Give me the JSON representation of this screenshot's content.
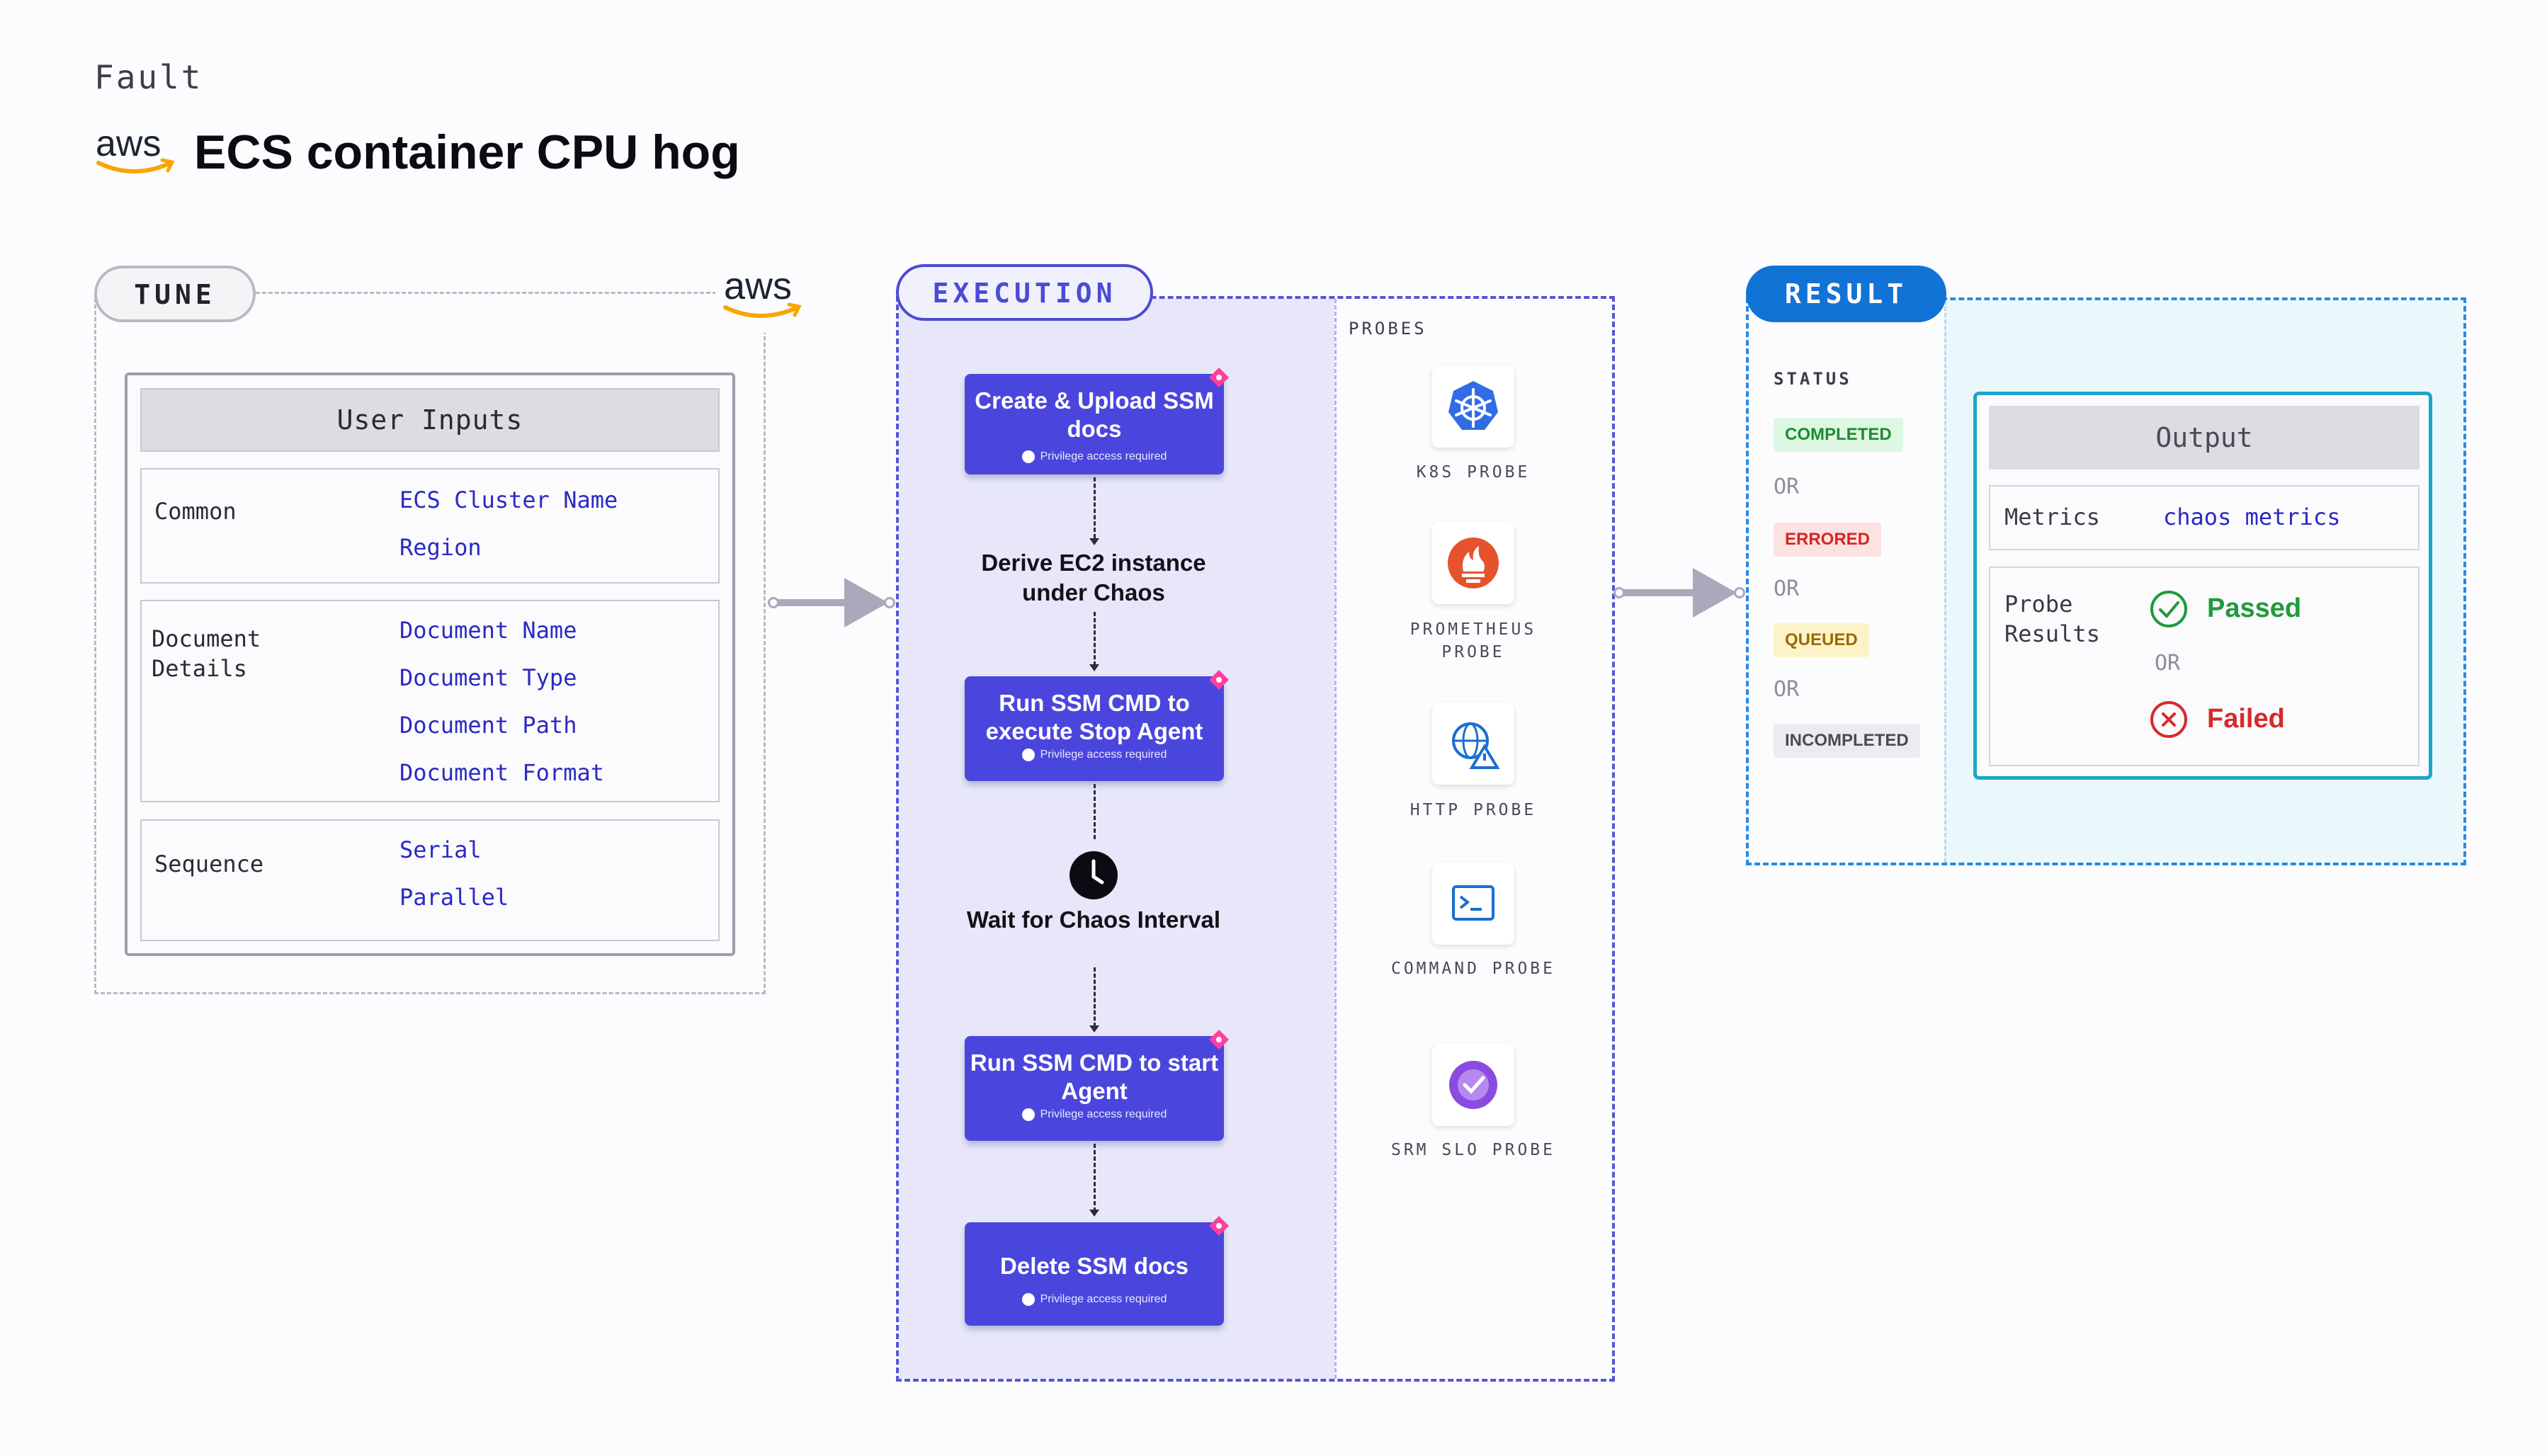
{
  "header": {
    "fault_label": "Fault",
    "aws_logo_text": "aws",
    "title": "ECS container CPU hog"
  },
  "tune": {
    "pill_label": "TUNE",
    "aws_badge_text": "aws",
    "user_inputs_title": "User Inputs",
    "sections": [
      {
        "label": "Common",
        "items": [
          "ECS Cluster Name",
          "Region"
        ]
      },
      {
        "label": "Document\nDetails",
        "items": [
          "Document Name",
          "Document Type",
          "Document Path",
          "Document Format"
        ]
      },
      {
        "label": "Sequence",
        "items": [
          "Serial",
          "Parallel"
        ]
      }
    ]
  },
  "execution": {
    "pill_label": "EXECUTION",
    "steps": [
      {
        "title": "Create & Upload SSM docs",
        "note": "Privilege access required"
      },
      {
        "text": "Derive EC2 instance under Chaos"
      },
      {
        "title": "Run SSM CMD to execute Stop Agent",
        "note": "Privilege access required"
      },
      {
        "text": "Wait for Chaos Interval"
      },
      {
        "title": "Run SSM CMD to start Agent",
        "note": "Privilege access required"
      },
      {
        "title": "Delete SSM docs",
        "note": "Privilege access required"
      }
    ],
    "probes_heading": "PROBES",
    "probes": [
      {
        "label": "K8S PROBE",
        "icon": "kubernetes-icon",
        "color": "#326ce5"
      },
      {
        "label": "PROMETHEUS PROBE",
        "icon": "prometheus-icon",
        "color": "#e6522c"
      },
      {
        "label": "HTTP PROBE",
        "icon": "globe-warning-icon",
        "color": "#1a6fd0"
      },
      {
        "label": "COMMAND PROBE",
        "icon": "terminal-icon",
        "color": "#1a6fd0"
      },
      {
        "label": "SRM SLO PROBE",
        "icon": "srm-slo-icon",
        "color": "#8a4be0"
      }
    ]
  },
  "result": {
    "pill_label": "RESULT",
    "status_heading": "STATUS",
    "statuses": [
      {
        "label": "COMPLETED",
        "bg": "#def7e2",
        "fg": "#1f8a33"
      },
      {
        "label": "ERRORED",
        "bg": "#fde2e2",
        "fg": "#d52424"
      },
      {
        "label": "QUEUED",
        "bg": "#fcf3c8",
        "fg": "#9a6a06"
      },
      {
        "label": "INCOMPLETED",
        "bg": "#ececf0",
        "fg": "#4a4a55"
      }
    ],
    "or_label": "OR",
    "output": {
      "title": "Output",
      "metrics_label": "Metrics",
      "metrics_value": "chaos metrics",
      "probe_results_label": "Probe\nResults",
      "passed": "Passed",
      "or": "OR",
      "failed": "Failed"
    }
  }
}
